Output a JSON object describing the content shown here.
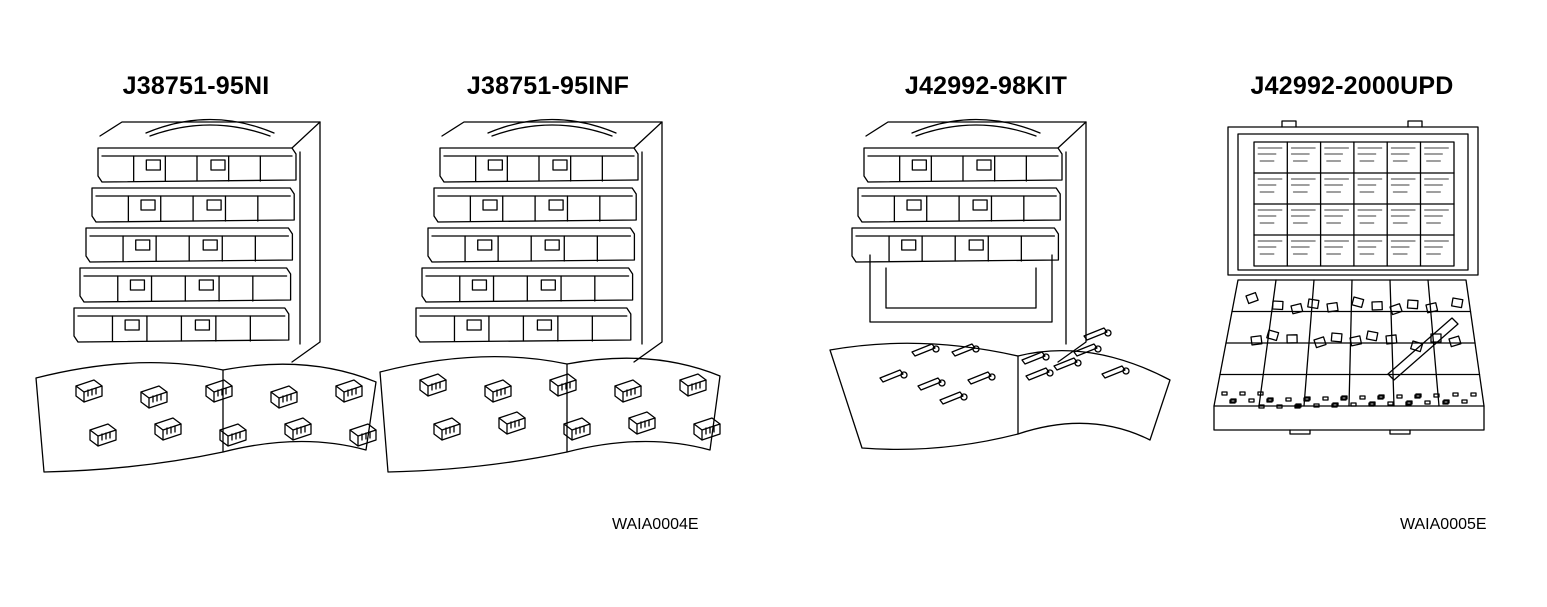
{
  "kits": [
    {
      "id": "J38751-95NI",
      "name": "J38751-95NI"
    },
    {
      "id": "J38751-95INF",
      "name": "J38751-95INF"
    },
    {
      "id": "J42992-98KIT",
      "name": "J42992-98KIT"
    },
    {
      "id": "J42992-2000UPD",
      "name": "J42992-2000UPD"
    }
  ],
  "figure_refs": [
    "WAIA0004E",
    "WAIA0005E"
  ]
}
